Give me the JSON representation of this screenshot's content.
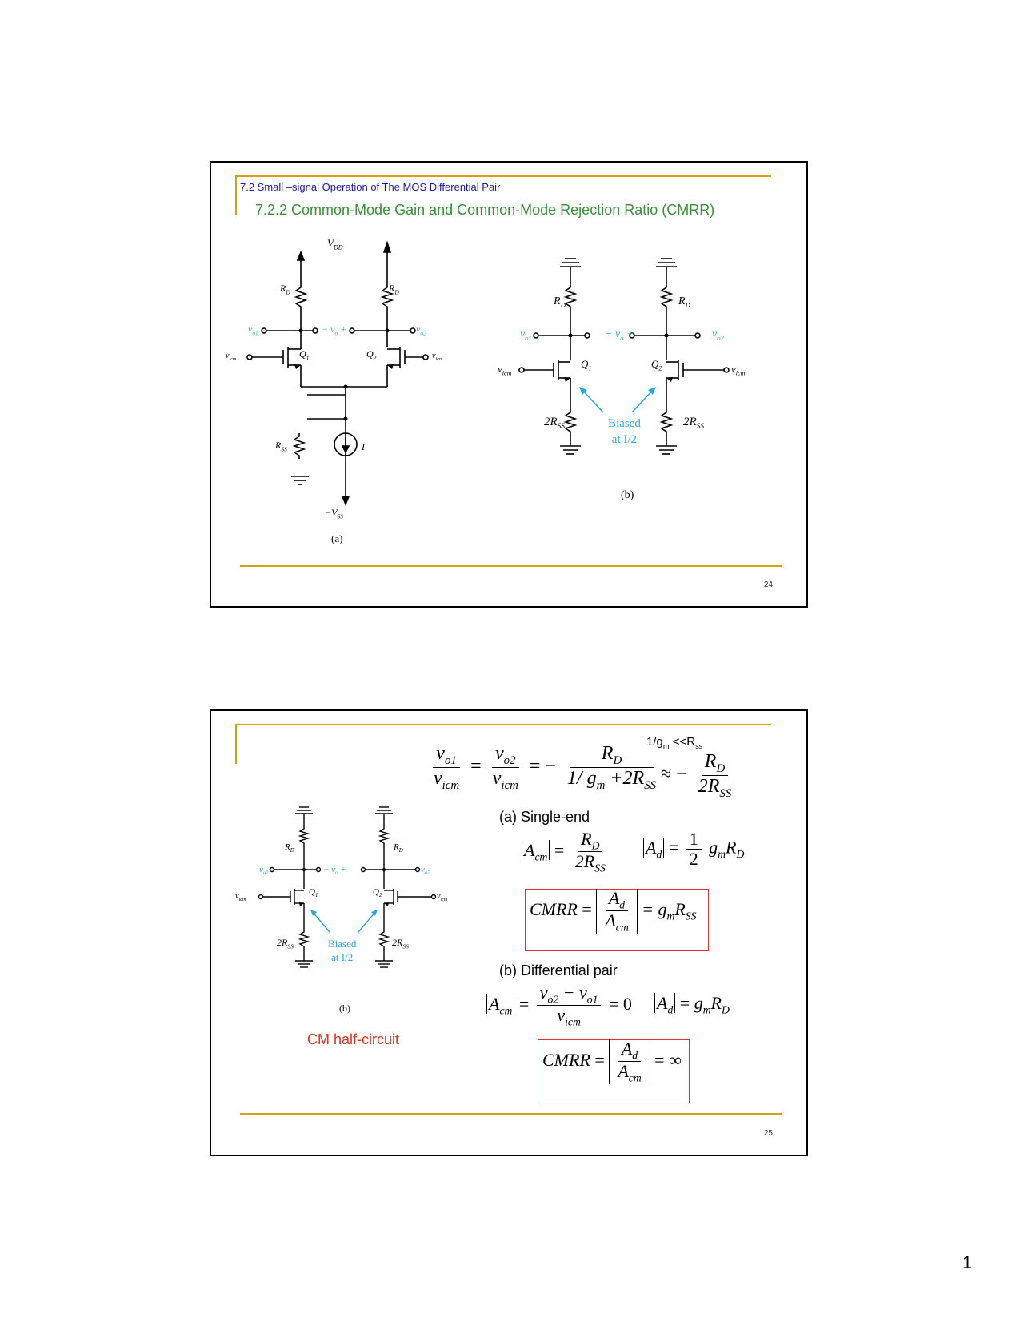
{
  "slide1": {
    "section_title": "7.2 Small –signal Operation of The MOS Differential Pair",
    "subsection_title": "7.2.2 Common-Mode Gain and Common-Mode Rejection Ratio (CMRR)",
    "fig_a": {
      "vdd": "V",
      "vdd_sub": "DD",
      "rd_left": "R",
      "rd_right": "R",
      "rd_sub": "D",
      "vo1": "v",
      "vo1_sub": "o1",
      "vo2": "v",
      "vo2_sub": "o2",
      "vo_mid": "− v",
      "vo_sub": "o",
      "vo_plus": "+",
      "vicm_left": "v",
      "vicm_right": "v",
      "vicm_sub": "icm",
      "q1": "Q",
      "q1_sub": "1",
      "q2": "Q",
      "q2_sub": "2",
      "rss": "R",
      "rss_sub": "SS",
      "i_label": "I",
      "vss": "−V",
      "vss_sub": "SS",
      "caption": "(a)"
    },
    "fig_b": {
      "rd": "R",
      "rd_sub": "D",
      "vo1": "v",
      "vo1_sub": "o1",
      "vo2": "v",
      "vo2_sub": "o2",
      "vo_mid": "− v",
      "vo_sub": "o",
      "vo_plus": "+",
      "vicm": "v",
      "vicm_sub": "icm",
      "q1": "Q",
      "q1_sub": "1",
      "q2": "Q",
      "q2_sub": "2",
      "r2ss": "2R",
      "r2ss_sub": "SS",
      "biased_line1": "Biased",
      "biased_line2": "at I/2",
      "caption": "(b)"
    },
    "page_number": "24"
  },
  "slide2": {
    "condition": "1/g",
    "condition_sub": "m",
    "condition_rest": " <<R",
    "condition_sub2": "ss",
    "single_end_label": "(a) Single-end",
    "differential_label": "(b) Differential pair",
    "cm_half_circuit": "CM half-circuit",
    "fig_caption": "(b)",
    "biased_line1": "Biased",
    "biased_line2": "at I/2",
    "page_number": "25",
    "eq": {
      "vo1": "v",
      "vo1_sub": "o1",
      "vo2": "v",
      "vo2_sub": "o2",
      "vicm": "v",
      "vicm_sub": "icm",
      "rd": "R",
      "rd_sub": "D",
      "den_gm": "1/ g",
      "den_gm_sub": "m",
      "den_rest": " +2R",
      "den_rest_sub": "SS",
      "approx": "≈ −",
      "two_rss": "2R",
      "two_rss_sub": "SS",
      "acm": "A",
      "acm_sub": "cm",
      "ad": "A",
      "ad_sub": "d",
      "half": "1",
      "two": "2",
      "gm": "g",
      "gm_sub": "m",
      "cmrr": "CMRR",
      "equals_gm_rss": "= g",
      "rss_sub": "SS",
      "diff_num": "v",
      "diff_num_sub": "o2",
      "diff_minus": " − v",
      "diff_minus_sub": "o1",
      "zero": "= 0",
      "infinity": "= ∞"
    }
  },
  "document_page_number": "1"
}
